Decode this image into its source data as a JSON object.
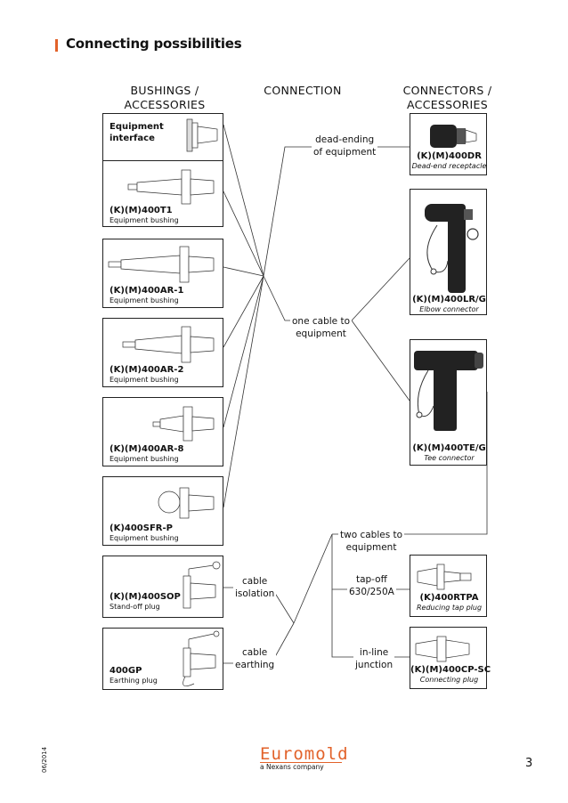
{
  "header": {
    "title": "Connecting possibilities",
    "accent_color": "#e2622a"
  },
  "columns": {
    "left": "BUSHINGS /\nACCESSORIES",
    "middle": "CONNECTION",
    "right": "CONNECTORS /\nACCESSORIES"
  },
  "bushings": [
    {
      "name": "Equipment\ninterface",
      "desc": "",
      "icon": "equipment-interface-icon"
    },
    {
      "name": "(K)(M)400T1",
      "desc": "Equipment bushing",
      "icon": "bushing-icon"
    },
    {
      "name": "(K)(M)400AR-1",
      "desc": "Equipment bushing",
      "icon": "bushing-icon"
    },
    {
      "name": "(K)(M)400AR-2",
      "desc": "Equipment bushing",
      "icon": "bushing-icon"
    },
    {
      "name": "(K)(M)400AR-8",
      "desc": "Equipment bushing",
      "icon": "bushing-icon"
    },
    {
      "name": "(K)400SFR-P",
      "desc": "Equipment bushing",
      "icon": "bushing-icon"
    },
    {
      "name": "(K)(M)400SOP",
      "desc": "Stand-off plug",
      "icon": "stand-off-plug-icon"
    },
    {
      "name": "400GP",
      "desc": "Earthing plug",
      "icon": "earthing-plug-icon"
    }
  ],
  "connections": {
    "dead_ending": "dead-ending\nof equipment",
    "one_cable": "one cable to\nequipment",
    "two_cables": "two cables to\nequipment",
    "tap_off": "tap-off\n630/250A",
    "in_line": "in-line\njunction",
    "cable_isolation": "cable\nisolation",
    "cable_earthing": "cable\nearthing"
  },
  "connectors": [
    {
      "name": "(K)(M)400DR",
      "desc": "Dead-end receptacle",
      "icon": "dead-end-receptacle-icon"
    },
    {
      "name": "(K)(M)400LR/G",
      "desc": "Elbow connector",
      "icon": "elbow-connector-icon"
    },
    {
      "name": "(K)(M)400TE/G",
      "desc": "Tee connector",
      "icon": "tee-connector-icon"
    },
    {
      "name": "(K)400RTPA",
      "desc": "Reducing tap plug",
      "icon": "reducing-tap-plug-icon"
    },
    {
      "name": "(K)(M)400CP-SC",
      "desc": "Connecting plug",
      "icon": "connecting-plug-icon"
    }
  ],
  "footer": {
    "brand": "Euromold",
    "brand_sub": "a Nexans company",
    "date": "06/2014",
    "page_number": "3"
  }
}
